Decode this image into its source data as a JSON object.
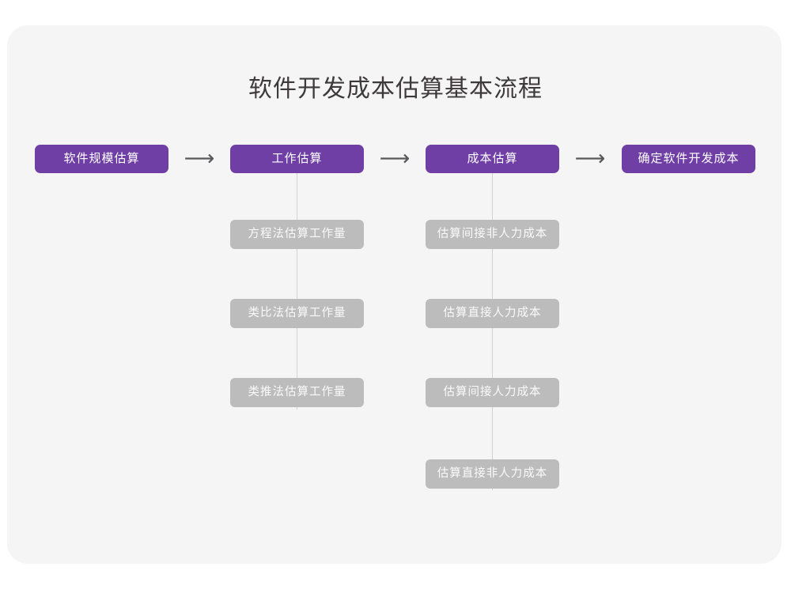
{
  "diagram": {
    "title": "软件开发成本估算基本流程",
    "type": "flowchart",
    "arrow_glyph": "⟶",
    "colors": {
      "background": "#ffffff",
      "card": "#f5f5f6",
      "primary_node": "#6f3fa5",
      "sub_node": "#bcbcbc",
      "title_text": "#3c3a3b",
      "node_text": "#ffffff",
      "connector": "#d2d2d2",
      "arrow": "#58585a"
    },
    "main_flow": [
      {
        "label": "软件规模估算"
      },
      {
        "label": "工作估算"
      },
      {
        "label": "成本估算"
      },
      {
        "label": "确定软件开发成本"
      }
    ],
    "arrows": [
      {
        "glyph": "⟶"
      },
      {
        "glyph": "⟶"
      },
      {
        "glyph": "⟶"
      }
    ],
    "branches": {
      "work_estimation": [
        {
          "label": "方程法估算工作量"
        },
        {
          "label": "类比法估算工作量"
        },
        {
          "label": "类推法估算工作量"
        }
      ],
      "cost_estimation": [
        {
          "label": "估算间接非人力成本"
        },
        {
          "label": "估算直接人力成本"
        },
        {
          "label": "估算间接人力成本"
        },
        {
          "label": "估算直接非人力成本"
        }
      ]
    }
  }
}
